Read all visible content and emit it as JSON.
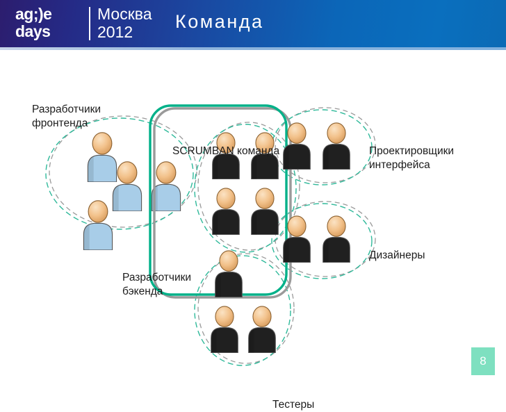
{
  "header": {
    "logo_line1": "ag;)e",
    "logo_line2": "days",
    "city": "Москва",
    "year": "2012",
    "title": "Команда",
    "gradient_from": "#2c1d6e",
    "gradient_to": "#0a6fbe"
  },
  "labels": {
    "frontend": "Разработчики\nфронтенда",
    "scrumban": "SCRUMBAN команда",
    "ui_designers": "Проектировщики\nинтерфейса",
    "designers": "Дизайнеры",
    "backend": "Разработчики\nбэкенда",
    "testers": "Тестеры"
  },
  "footer": {
    "page_number": "8",
    "badge_color": "#7ee0c0"
  },
  "diagram": {
    "scrumban_boundary_color": "#00b189",
    "shadow_color": "#9a9a9a",
    "group_outline_color": "#2fb99a",
    "groups": [
      {
        "name": "frontend-developers",
        "label": "Разработчики фронтенда",
        "person_color": "#a8cde8",
        "count": 4,
        "inside_scrumban": 1
      },
      {
        "name": "backend-developers",
        "label": "Разработчики бэкенда",
        "person_color": "#22bb55",
        "count": 4,
        "inside_scrumban": 4
      },
      {
        "name": "ui-designers",
        "label": "Проектировщики интерфейса",
        "person_color": "#ee2222",
        "count": 2,
        "inside_scrumban": 1
      },
      {
        "name": "designers",
        "label": "Дизайнеры",
        "person_color": "#9b4fd4",
        "count": 2,
        "inside_scrumban": 1
      },
      {
        "name": "testers",
        "label": "Тестеры",
        "person_color": "#f7f000",
        "count": 3,
        "inside_scrumban": 1
      }
    ]
  }
}
